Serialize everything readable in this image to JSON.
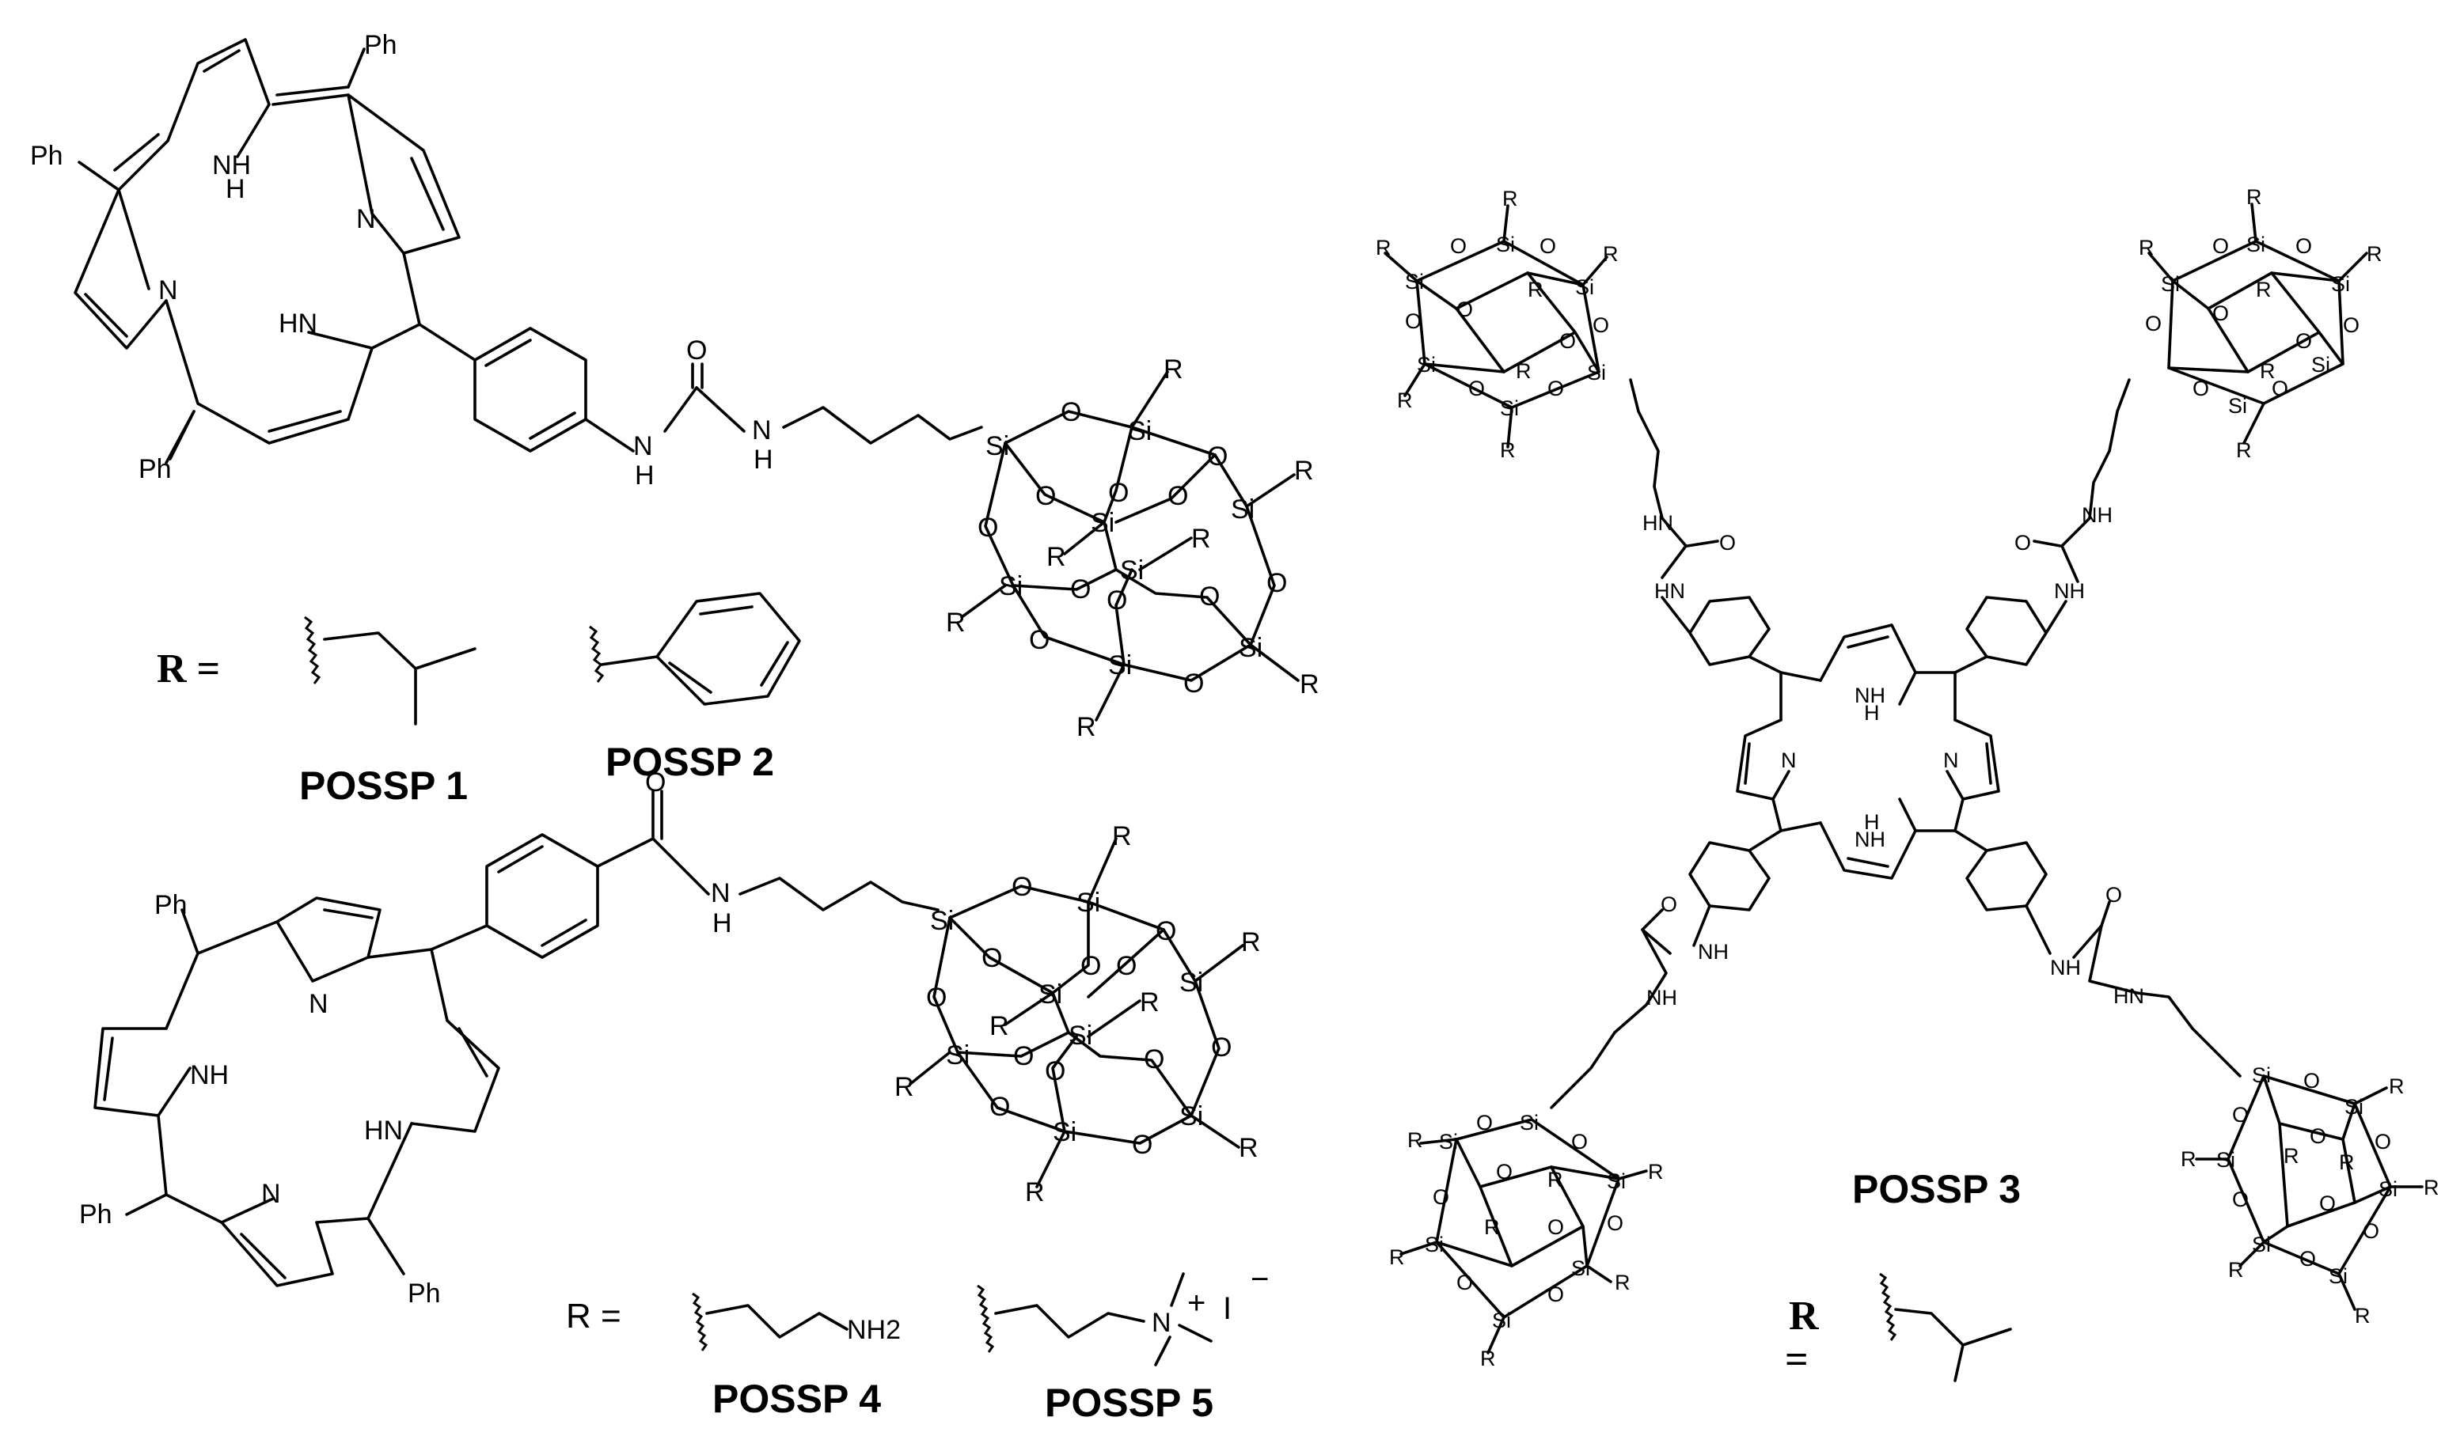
{
  "atom_labels": {
    "ph": "Ph",
    "nh": "NH",
    "hn": "HN",
    "n": "N",
    "h": "H",
    "o": "O",
    "si": "Si",
    "r": "R",
    "nh2": "NH2",
    "n_plus": "N",
    "plus": "+",
    "iodide": "I",
    "minus": "−"
  },
  "r_definitions": {
    "top_left": "R =",
    "bottom_left": "R =",
    "right_r": "R",
    "right_eq": "="
  },
  "captions": {
    "possp1": "POSSP 1",
    "possp2": "POSSP 2",
    "possp3": "POSSP 3",
    "possp4": "POSSP 4",
    "possp5": "POSSP 5"
  }
}
